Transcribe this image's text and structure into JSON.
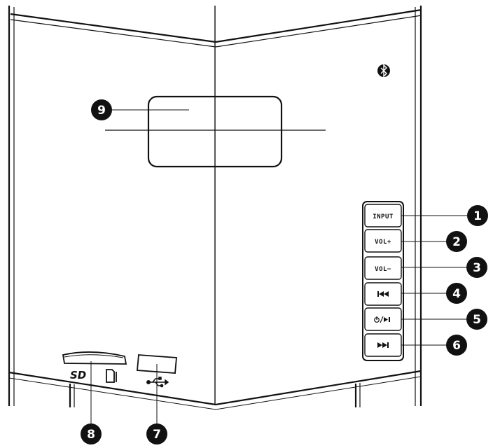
{
  "colors": {
    "line": "#111111",
    "callout_fill": "#111111",
    "callout_text": "#ffffff",
    "background": "#ffffff"
  },
  "front_panel": {
    "buttons": [
      {
        "id": "input",
        "label": "INPUT",
        "callout": "1"
      },
      {
        "id": "vol-up",
        "label": "VOL+",
        "callout": "2"
      },
      {
        "id": "vol-down",
        "label": "VOL−",
        "callout": "3"
      },
      {
        "id": "previous",
        "label": "",
        "icon": "previous-track-icon",
        "callout": "4"
      },
      {
        "id": "power-play",
        "label": "",
        "icon": "power-play-pause-icon",
        "callout": "5"
      },
      {
        "id": "next",
        "label": "",
        "icon": "next-track-icon",
        "callout": "6"
      }
    ],
    "usb_port": {
      "icon": "usb-icon",
      "callout": "7"
    },
    "sd_slot": {
      "logo": "SD",
      "icon": "sd-card-icon",
      "callout": "8"
    },
    "display": {
      "callout": "9"
    },
    "bluetooth": {
      "icon": "bluetooth-icon"
    }
  }
}
